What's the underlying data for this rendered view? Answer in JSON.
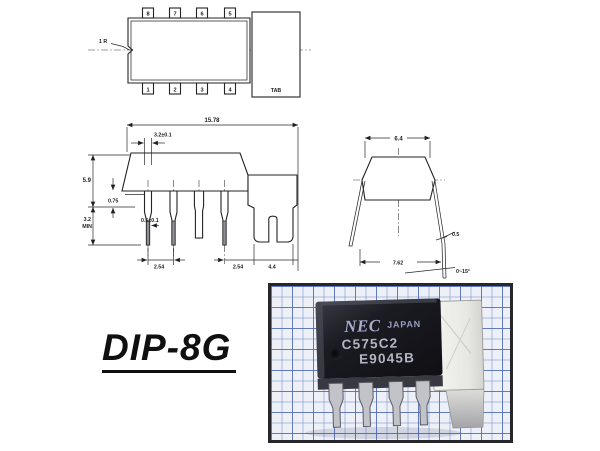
{
  "caption": "DIP-8G",
  "top_view": {
    "pin_labels_top": [
      "8",
      "7",
      "6",
      "5"
    ],
    "pin_labels_bottom": [
      "1",
      "2",
      "3",
      "4"
    ],
    "tab_label": "TAB",
    "corner_radius_label": "1 R"
  },
  "front_view": {
    "overall_length": "15.78",
    "shoulder_width": "3.2±0.1",
    "body_height": "5.9",
    "standoff": "0.75",
    "lead_length_min_value": "3.2",
    "lead_length_min_suffix": "MIN",
    "lead_width": "0.5±0.1",
    "pitch_left": "2.54",
    "pitch_right": "2.54",
    "tab_width": "4.4"
  },
  "end_view": {
    "body_width": "6.4",
    "lead_thickness": "0.5",
    "row_spacing": "7.62",
    "lead_angle": "0~15°"
  },
  "photo": {
    "brand": "NEC",
    "country": "JAPAN",
    "part_number": "C575C2",
    "date_code": "E9045B"
  },
  "colors": {
    "drawing_line": "#232323",
    "paper_background": "#edf0f7",
    "paper_grid": "#5d78c0",
    "chip_body": "#17171d",
    "chip_text": "#b3b5c2",
    "photo_border": "#27272b"
  }
}
